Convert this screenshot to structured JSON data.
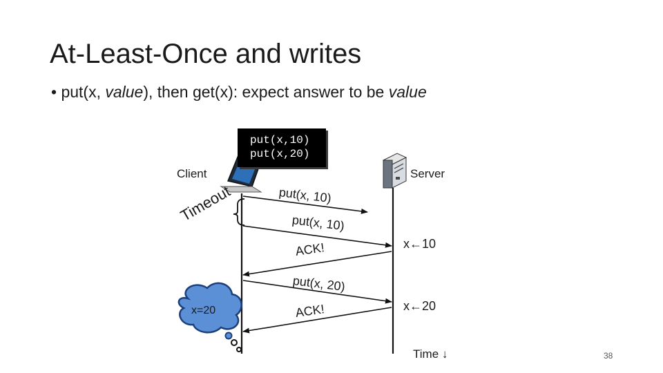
{
  "slide": {
    "title": "At-Least-Once and writes",
    "bullet": {
      "prefix": "• put(x, ",
      "em1": "value",
      "middle": "), then get(x): expect answer to be ",
      "em2": "value"
    },
    "page_number": "38"
  },
  "diagram": {
    "note_lines": "put(x,10)\nput(x,20)",
    "client_label": "Client",
    "server_label": "Server",
    "timeout_label": "Timeout",
    "messages": {
      "m1": "put(x, 10)",
      "m2": "put(x, 10)",
      "ack1": "ACK!",
      "m3": "put(x, 20)",
      "ack2": "ACK!"
    },
    "server_state_1": "x←10",
    "server_state_2": "x←20",
    "client_thought": "x=20",
    "time_label": "Time ↓",
    "colors": {
      "cloud": "#5b8fd6",
      "cloud_border": "#1b3f7a",
      "note_bg": "#000000"
    }
  }
}
